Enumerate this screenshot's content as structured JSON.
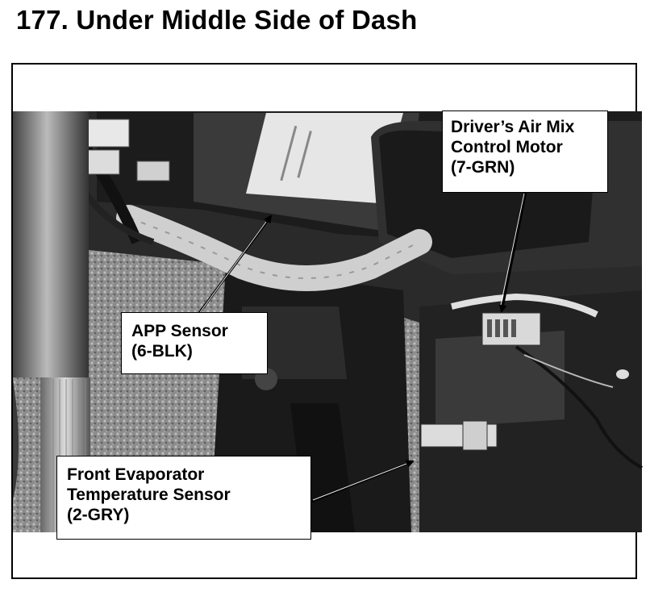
{
  "page": {
    "title": "177.  Under Middle Side of Dash"
  },
  "callouts": {
    "drivers_air_mix": {
      "line1": "Driver’s Air Mix",
      "line2": "Control Motor",
      "line3": "(7-GRN)"
    },
    "app_sensor": {
      "line1": "APP Sensor",
      "line2": "(6-BLK)"
    },
    "front_evaporator": {
      "line1": "Front Evaporator",
      "line2": "Temperature Sensor",
      "line3": "(2-GRY)"
    }
  },
  "colors": {
    "ink": "#000000",
    "photo_dark": "#1a1a1a",
    "photo_mid": "#7a7a7a",
    "photo_light": "#d8d8d8"
  }
}
